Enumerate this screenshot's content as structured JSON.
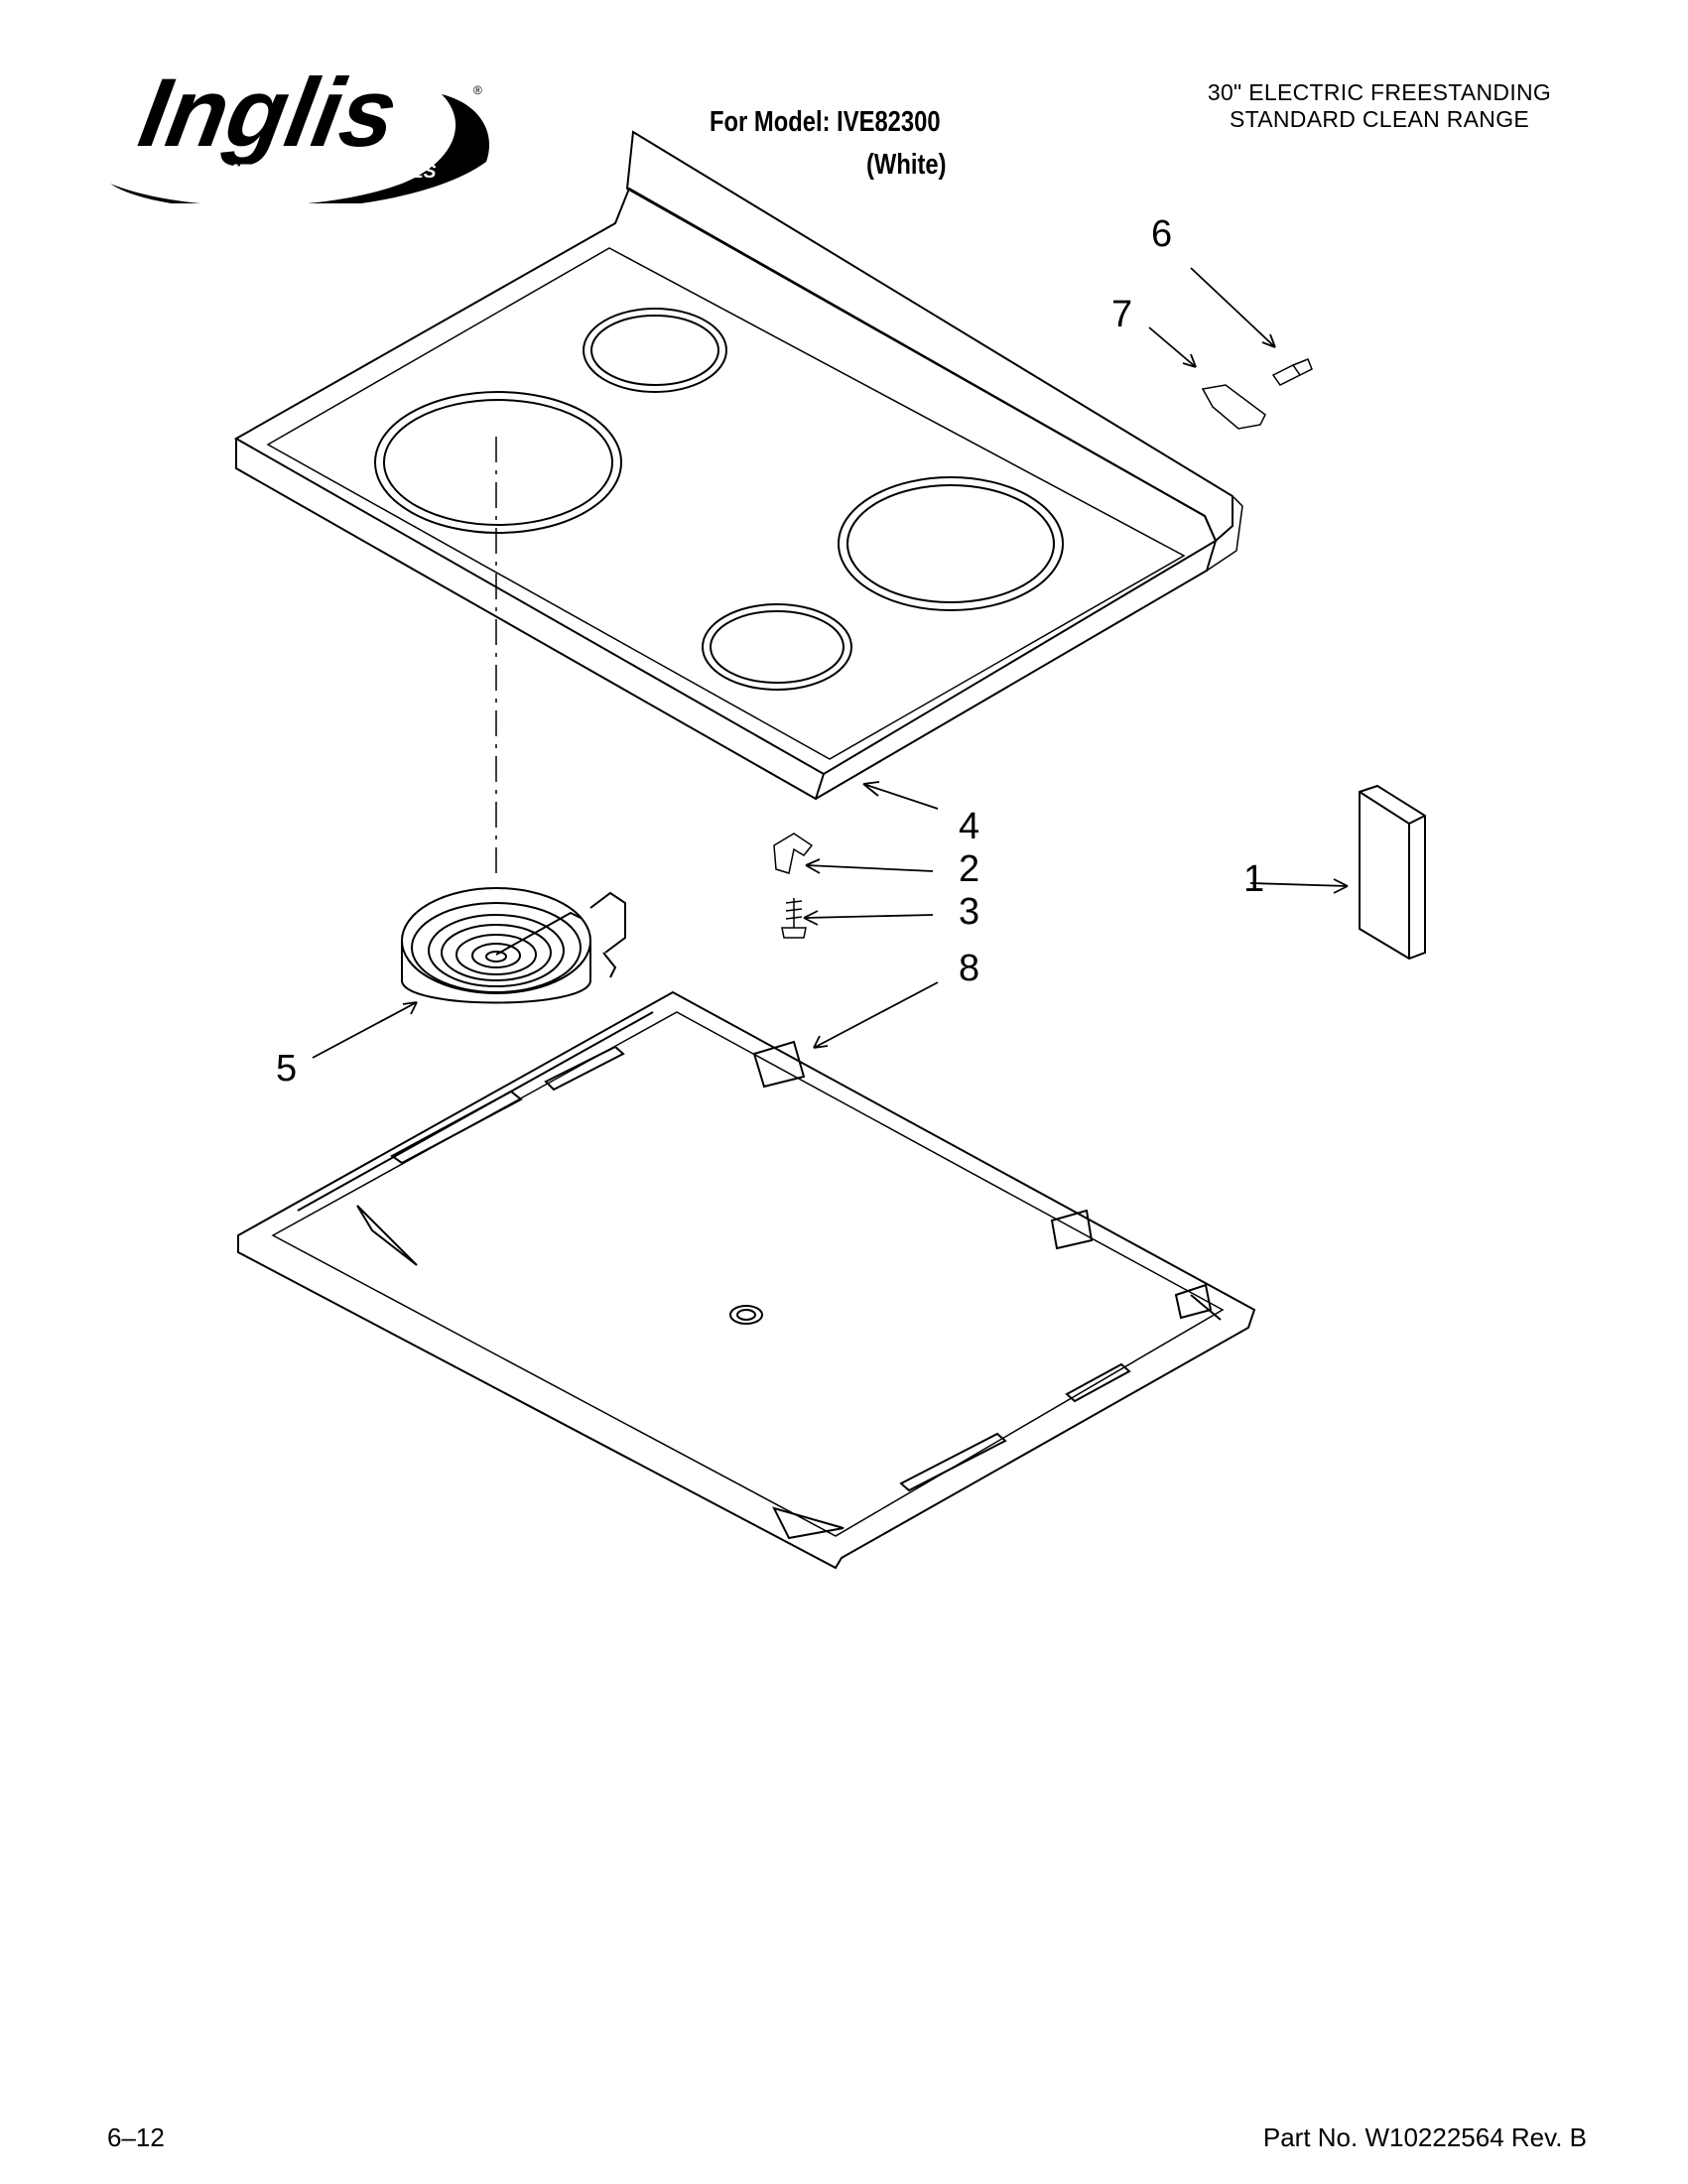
{
  "brand": {
    "logo_text": "Inglis",
    "logo_sub_left": "HOME",
    "logo_sub_right": "APPLIANCES",
    "registered_mark": "®"
  },
  "header": {
    "model_line1": "For Model: IVE82300",
    "model_line2": "(White)",
    "title_line1": "30\" ELECTRIC FREESTANDING",
    "title_line2": "STANDARD CLEAN RANGE"
  },
  "callouts": [
    "1",
    "2",
    "3",
    "4",
    "5",
    "6",
    "7",
    "8"
  ],
  "footer": {
    "page": "6–12",
    "part_no": "Part No. W10222564 Rev. B"
  }
}
